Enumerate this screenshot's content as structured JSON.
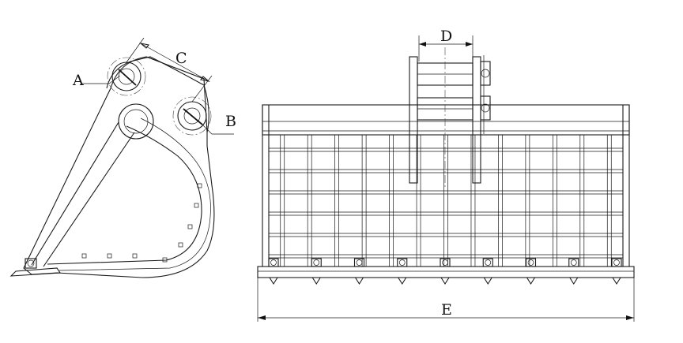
{
  "labels": {
    "a": "A",
    "b": "B",
    "c": "C",
    "d": "D",
    "e": "E"
  },
  "counts": {
    "teeth": 9,
    "vertical_bars": 13,
    "horizontal_bars": 6
  },
  "colors": {
    "line": "#1a1a1a",
    "background": "#ffffff"
  }
}
